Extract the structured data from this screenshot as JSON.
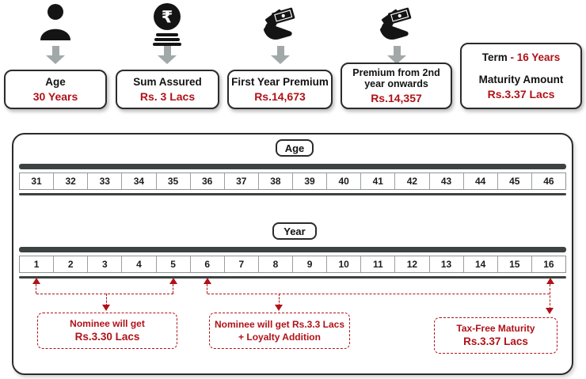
{
  "colors": {
    "accent_red": "#b01218",
    "bar_dark": "#3d4343",
    "border_dark": "#2b2b2b",
    "arrow_gray": "#a2a8a7"
  },
  "cards": {
    "age": {
      "label": "Age",
      "value": "30 Years"
    },
    "sum_assured": {
      "label": "Sum Assured",
      "value": "Rs. 3 Lacs"
    },
    "first_year_premium": {
      "label": "First Year Premium",
      "value": "Rs.14,673"
    },
    "premium_next": {
      "label": "Premium from 2nd year onwards",
      "value": "Rs.14,357"
    },
    "term": {
      "label": "Term",
      "value": "- 16 Years",
      "maturity_label": "Maturity Amount",
      "maturity_value": "Rs.3.37 Lacs"
    }
  },
  "timeline": {
    "age_label": "Age",
    "ages": [
      "31",
      "32",
      "33",
      "34",
      "35",
      "36",
      "37",
      "38",
      "39",
      "40",
      "41",
      "42",
      "43",
      "44",
      "45",
      "46"
    ],
    "year_label": "Year",
    "years": [
      "1",
      "2",
      "3",
      "4",
      "5",
      "6",
      "7",
      "8",
      "9",
      "10",
      "11",
      "12",
      "13",
      "14",
      "15",
      "16"
    ]
  },
  "annotations": {
    "nominee_first": {
      "line1": "Nominee will get",
      "line2": "Rs.3.30 Lacs"
    },
    "nominee_later": {
      "line1": "Nominee will get Rs.3.3 Lacs",
      "line2": "+ Loyalty Addition"
    },
    "maturity": {
      "line1": "Tax-Free Maturity",
      "line2": "Rs.3.37 Lacs"
    }
  }
}
